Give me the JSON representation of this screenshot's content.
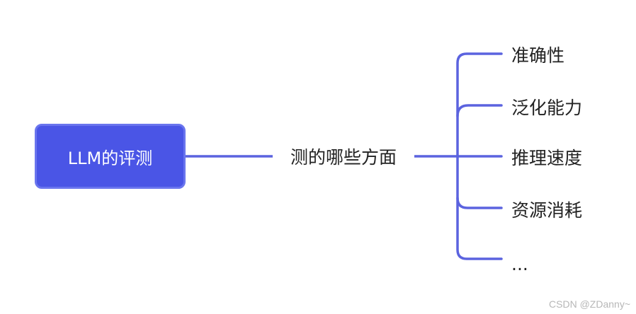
{
  "mindmap": {
    "root": {
      "label": "LLM的评测"
    },
    "branch": {
      "label": "测的哪些方面"
    },
    "leaves": [
      {
        "label": "准确性"
      },
      {
        "label": "泛化能力"
      },
      {
        "label": "推理速度"
      },
      {
        "label": "资源消耗"
      },
      {
        "label": "..."
      }
    ]
  },
  "watermark": {
    "text": "CSDN @ZDanny~"
  },
  "colors": {
    "connector": "#5b63df",
    "root_fill": "#4a55e6",
    "root_border": "#6a75ee"
  }
}
